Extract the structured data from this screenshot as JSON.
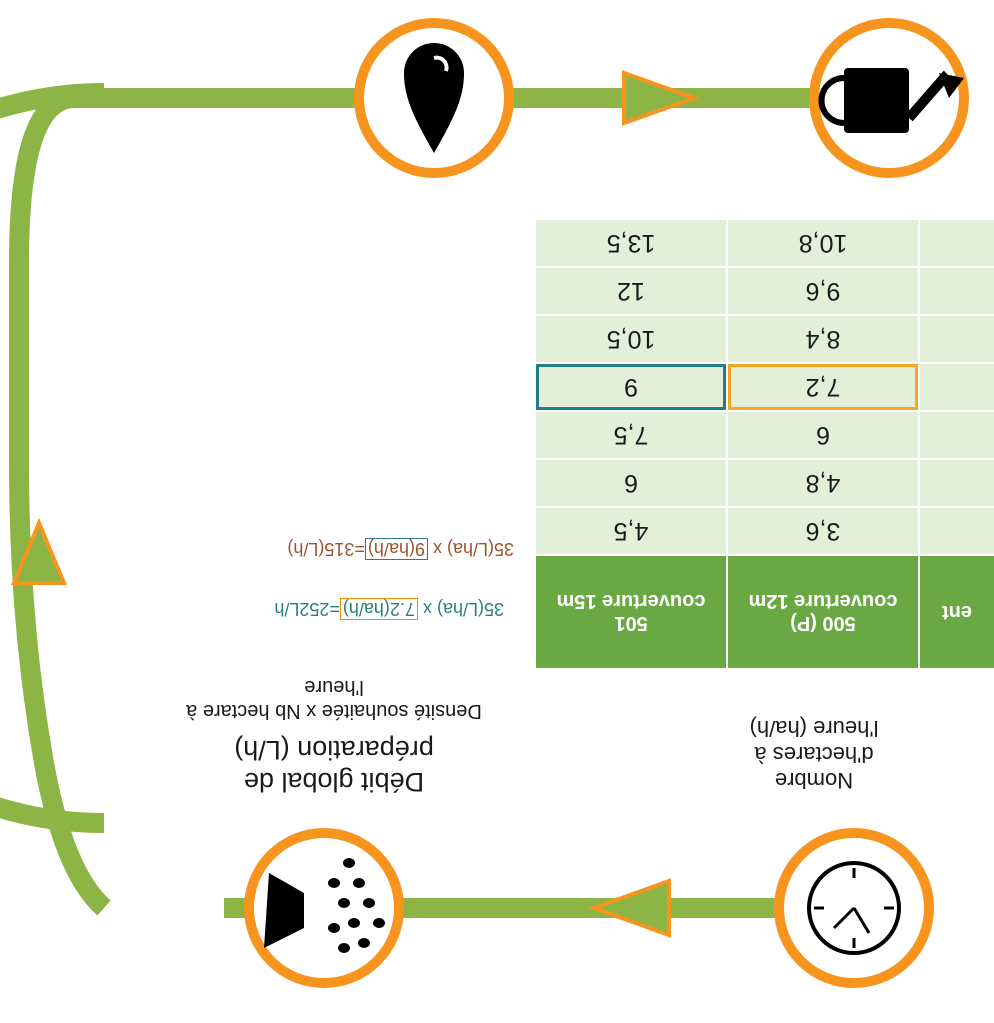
{
  "labels": {
    "flow_rate_title": "Débit global de préparation (L/h)",
    "flow_rate_formula": "Densité souhaitée x Nb hectare à l'heure",
    "hectares_per_hour": "Nombre d'hectares à l'heure (ha/h)"
  },
  "formulas": [
    {
      "prefix": "35(L/ha) x ",
      "boxed": "7.2(ha/h)",
      "suffix": "=252L/h",
      "color": "#2a7f84",
      "box_color": "#f08c00"
    },
    {
      "prefix": "35(L/ha) x ",
      "boxed": "9(ha/h)",
      "suffix": "=315(L/h)",
      "color": "#a0522d",
      "box_color": "#2a7f84"
    }
  ],
  "table": {
    "columns": [
      {
        "header_top": "",
        "header_bottom": "ent"
      },
      {
        "header_top": "500 (P)",
        "header_bottom": "couverture 12m"
      },
      {
        "header_top": "501",
        "header_bottom": "couverture 15m"
      }
    ],
    "rows": [
      [
        "",
        "3,6",
        "4,5"
      ],
      [
        "",
        "4,8",
        "6"
      ],
      [
        "",
        "6",
        "7,5"
      ],
      [
        "",
        "7,2",
        "9"
      ],
      [
        "",
        "8,4",
        "10,5"
      ],
      [
        "",
        "9,6",
        "12"
      ],
      [
        "",
        "10,8",
        "13,5"
      ]
    ],
    "highlight_row": 3
  },
  "icons": [
    "watering-can-icon",
    "drop-icon",
    "clock-icon",
    "sprayer-icon"
  ],
  "colors": {
    "ring": "#f7941d",
    "loop": "#8db545",
    "header": "#6aa843",
    "cell": "#e3efd9",
    "highlight_orange": "#f5a623",
    "highlight_teal": "#207f83"
  }
}
